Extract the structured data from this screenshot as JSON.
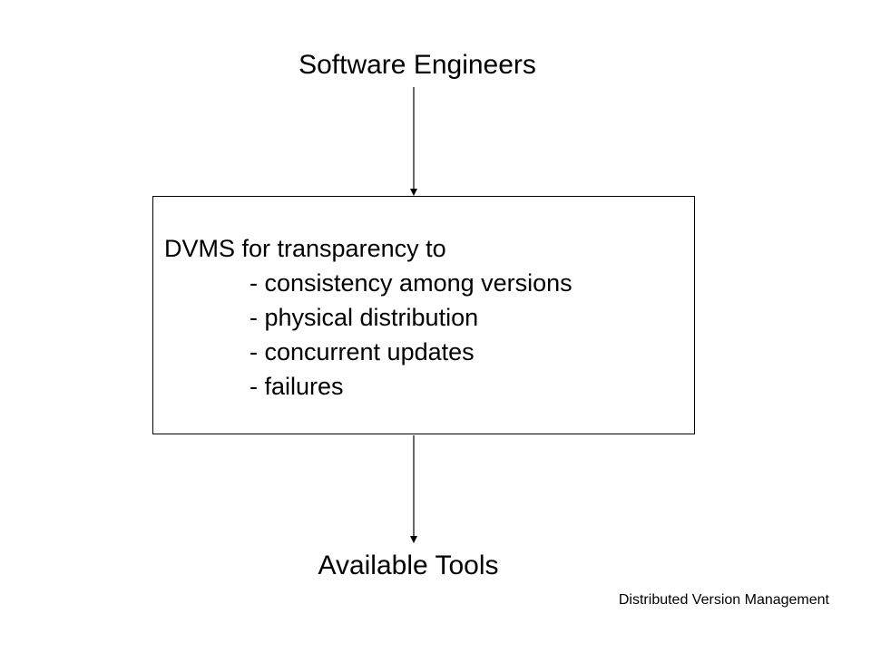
{
  "diagram": {
    "top_node": {
      "label": "Software Engineers"
    },
    "center_box": {
      "heading": "DVMS for transparency to",
      "items": [
        "- consistency among versions",
        "- physical distribution",
        "- concurrent updates",
        "- failures"
      ]
    },
    "bottom_node": {
      "label": "Available Tools"
    },
    "footer": "Distributed Version Management",
    "colors": {
      "stroke": "#000000",
      "text": "#000000",
      "background": "#ffffff"
    }
  }
}
